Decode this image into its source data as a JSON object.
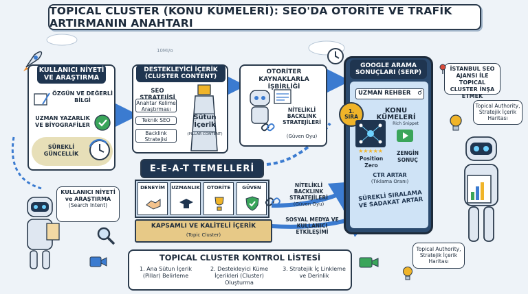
{
  "title": "TOPICAL CLUSTER (KONU KÜMELERİ): SEO'DA OTORİTE VE TRAFİK ARTIRMANIN ANAHTARI",
  "speed_label": "10MI/o",
  "intent_box": {
    "header": "KULLANICI NİYETİ VE ARAŞTIRMA",
    "item1": "ÖZGÜN VE DEĞERLİ BİLGİ",
    "item2": "UZMAN YAZARLIK VE BİYOGRAFİLER",
    "item3": "SÜREKLİ GÜNCELLİK"
  },
  "support_box": {
    "header": "DESTEKLEYİCİ İÇERİK (CLUSTER CONTENT)",
    "strategy": "SEO STRATEJİSİ",
    "items": [
      "Anahtar Kelime Araştırması",
      "Teknik SEO",
      "Backlink Stratejisi"
    ],
    "pillar_title": "Sütun İçerik",
    "pillar_sub": "(PILLAR CONTENT)"
  },
  "collab_box": {
    "header": "OTORİTER KAYNAKLARLA İŞBİRLİĞİ",
    "backlinks": "NİTELİKLİ BACKLINK STRATEJİLERİ",
    "vote": "(Güven Oyu)"
  },
  "serp": {
    "header": "GOOGLE ARAMA SONUÇLARI (SERP)",
    "search_text": "UZMAN REHBER",
    "rank": "1. SIRA",
    "result_title": "KONU KÜMELERİ",
    "rich_snippet": "Rich Snippet",
    "position_zero": "Position Zero",
    "rich_result": "ZENGİN SONUÇ",
    "ctr": "CTR ARTAR",
    "ctr_sub": "(Tıklama Oranı)",
    "ranking": "SÜREKLİ SIRALAMA VE SADAKAT ARTAR"
  },
  "istanbul_note": "İSTANBUL SEO AJANSI İLE TOPICAL CLUSTER İNŞA ETMEK",
  "authority_note_top": "Topical Authority, Stratejik İçerik Haritası",
  "authority_note_bottom": "Topical Authority, Stratejik İçerik Haritası",
  "eeat": {
    "header": "E-E-A-T TEMELLERİ",
    "items": [
      "DENEYİM",
      "UZMANLIK",
      "OTORİTE",
      "GÜVEN"
    ],
    "book": "KAPSAMLI VE KALİTELİ İÇERİK",
    "book_sub": "(Topic Cluster)"
  },
  "mid_labels": {
    "backlinks": "NİTELİKLİ BACKLINK STRATEJİLERİ",
    "vote": "(Güven Oyu)",
    "social": "SOSYAL MEDYA VE KULLANICI ETKİLEŞİMİ"
  },
  "left_robot_note": {
    "text": "KULLANICI NİYETİ ve ARAŞTIRMA",
    "sub": "(Search Intent)"
  },
  "checklist": {
    "header": "TOPICAL CLUSTER KONTROL LİSTESİ",
    "items": [
      "1. Ana Sütun İçerik (Pillar) Belirleme",
      "2. Destekleyici Küme İçerikleri (Cluster) Oluşturma",
      "3. Stratejik İç Linkleme ve Derinlik"
    ]
  },
  "colors": {
    "accent": "#3b7bd0",
    "dark": "#1f3550",
    "green": "#3aa55a",
    "gold": "#f0b429"
  }
}
